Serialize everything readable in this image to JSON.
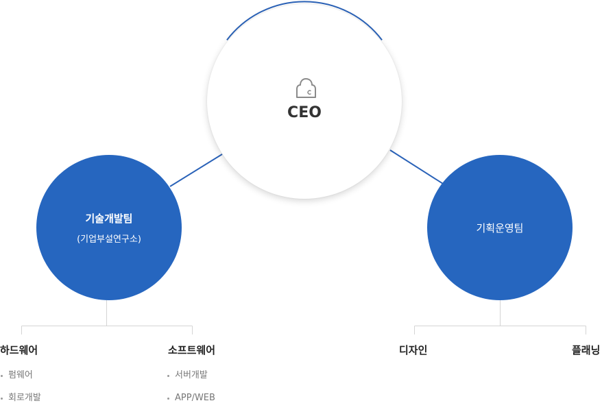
{
  "ceo": {
    "label": "CEO",
    "icon": "building-icon"
  },
  "departments": [
    {
      "name": "기술개발팀",
      "sub": "(기업부설연구소)",
      "teams": [
        {
          "title": "하드웨어",
          "items": [
            "펌웨어",
            "회로개발"
          ]
        },
        {
          "title": "소프트웨어",
          "items": [
            "서버개발",
            "APP/WEB"
          ]
        }
      ]
    },
    {
      "name": "기획운영팀",
      "teams": [
        {
          "title": "디자인"
        },
        {
          "title": "플래닝"
        }
      ]
    }
  ],
  "colors": {
    "accent": "#2666bf",
    "connector": "#2a62b8",
    "branch_line": "#d4d4d4",
    "ceo_background": "#ffffff",
    "text_dark": "#222222",
    "text_muted": "#777777"
  }
}
